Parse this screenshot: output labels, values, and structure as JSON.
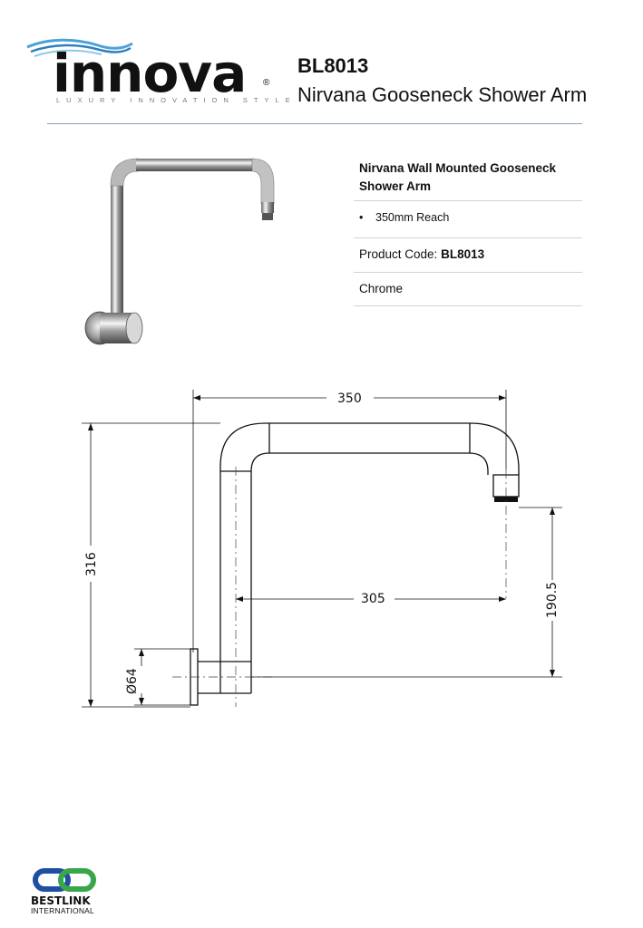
{
  "brand": {
    "name": "innova",
    "registered": "®",
    "tagline": "LUXURY INNOVATION STYLE"
  },
  "header": {
    "code": "BL8013",
    "name": "Nirvana Gooseneck Shower Arm"
  },
  "info": {
    "title": "Nirvana Wall Mounted Gooseneck Shower Arm",
    "bullet": "350mm Reach",
    "product_code_label": "Product Code:",
    "product_code": "BL8013",
    "finish": "Chrome"
  },
  "drawing": {
    "reach": "350",
    "depth": "305",
    "height": "316",
    "outlet_height": "190.5",
    "flange_diameter": "Ø64"
  },
  "footer": {
    "name": "BESTLINK",
    "sub": "INTERNATIONAL"
  },
  "colors": {
    "rule": "#8aa0b6",
    "wave": "#4aa3d8",
    "footer_blue": "#1f4fa3",
    "footer_green": "#3aa64a"
  }
}
